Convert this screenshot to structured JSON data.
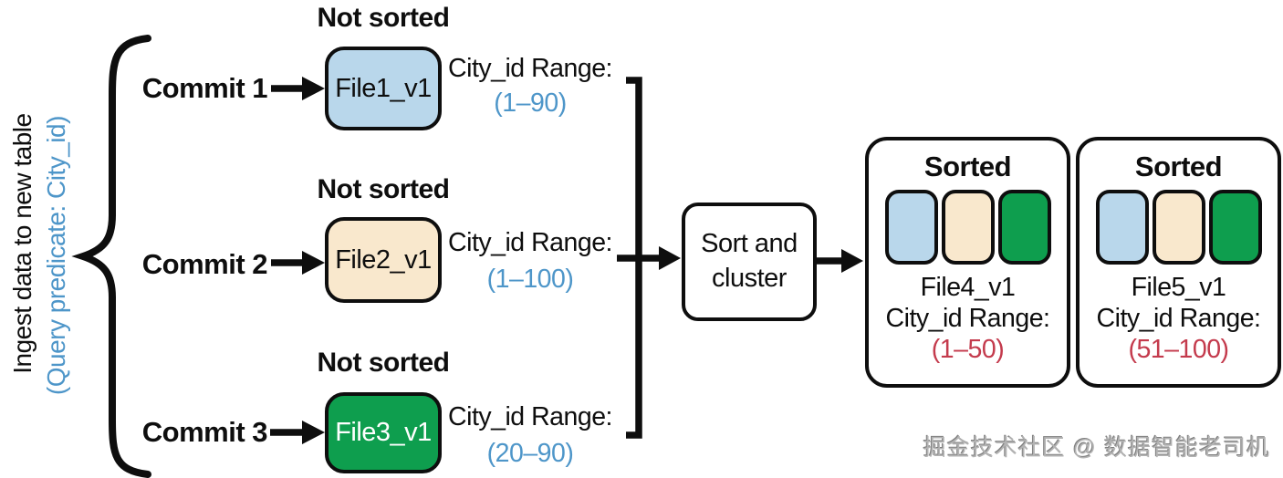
{
  "colors": {
    "blue_text": "#4e96c9",
    "red_text": "#c43b4d",
    "file_blue": "#b9d7eb",
    "file_cream": "#f9e8cd",
    "file_green": "#0e9e4e",
    "line_black": "#0e0e0e"
  },
  "left_label": {
    "line1": "Ingest data to new table",
    "line2": "(Query predicate: City_id)"
  },
  "commits": [
    {
      "label": "Commit 1",
      "status": "Not sorted",
      "file": "File1_v1",
      "range_label": "City_id Range:",
      "range": "(1–90)"
    },
    {
      "label": "Commit 2",
      "status": "Not sorted",
      "file": "File2_v1",
      "range_label": "City_id Range:",
      "range": "(1–100)"
    },
    {
      "label": "Commit 3",
      "status": "Not sorted",
      "file": "File3_v1",
      "range_label": "City_id Range:",
      "range": "(20–90)"
    }
  ],
  "process": {
    "line1": "Sort and",
    "line2": "cluster"
  },
  "outputs": [
    {
      "title": "Sorted",
      "file": "File4_v1",
      "range_label": "City_id Range:",
      "range": "(1–50)"
    },
    {
      "title": "Sorted",
      "file": "File5_v1",
      "range_label": "City_id Range:",
      "range": "(51–100)"
    }
  ],
  "watermark": "掘金技术社区 @ 数据智能老司机"
}
